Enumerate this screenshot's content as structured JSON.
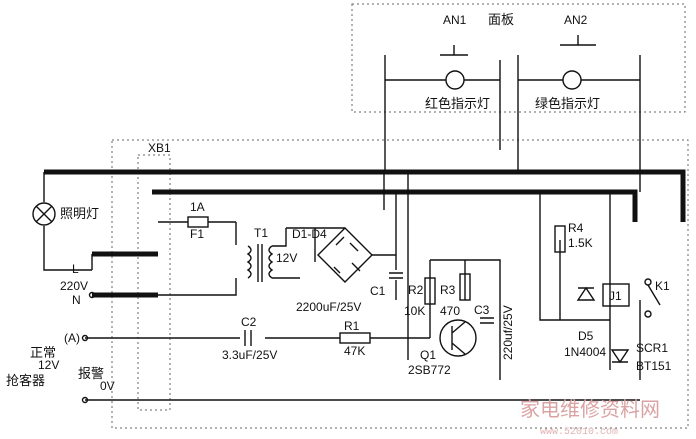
{
  "panel": {
    "title": "面板",
    "an1": "AN1",
    "an2": "AN2",
    "red_lamp": "红色指示灯",
    "green_lamp": "绿色指示灯"
  },
  "labels": {
    "xb1": "XB1",
    "lighting_lamp": "照明灯",
    "mains_l": "L",
    "mains_v": "220V",
    "mains_n": "N",
    "fuse_rating": "1A",
    "fuse_ref": "F1",
    "transformer": "T1",
    "tx_secondary": "12V",
    "bridge": "D1-D4",
    "c1_ref": "C1",
    "c1_val": "2200uF/25V",
    "terminal_a": "(A)",
    "normal": "正常",
    "normal_v": "12V",
    "alarm": "报警",
    "alarm_v": "0V",
    "robber": "抢客器",
    "c2_ref": "C2",
    "c2_val": "3.3uF/25V",
    "r1_ref": "R1",
    "r1_val": "47K",
    "r2_ref": "R2",
    "r2_val": "10K",
    "r3_ref": "R3",
    "r3_val": "470",
    "c3_ref": "C3",
    "c3_val": "220uf/25V",
    "q1_ref": "Q1",
    "q1_val": "2SB772",
    "r4_ref": "R4",
    "r4_val": "1.5K",
    "relay": "J1",
    "k1": "K1",
    "d5_ref": "D5",
    "d5_val": "1N4004",
    "scr_ref": "SCR1",
    "scr_val": "BT151"
  },
  "watermark": {
    "text": "家电维修资料网",
    "url": "www.52010.com"
  }
}
